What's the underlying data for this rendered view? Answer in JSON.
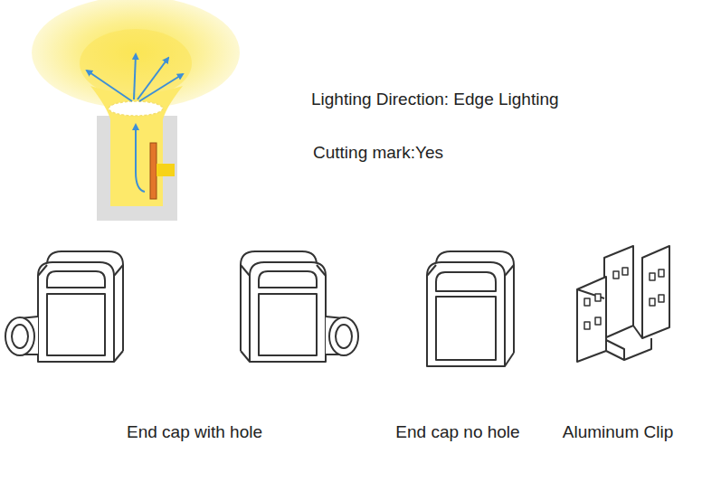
{
  "diagram": {
    "labels": [
      "Lighting Direction: Edge Lighting",
      "Cutting mark:Yes",
      "End cap with hole",
      "End cap no hole",
      "Aluminum Clip"
    ]
  }
}
